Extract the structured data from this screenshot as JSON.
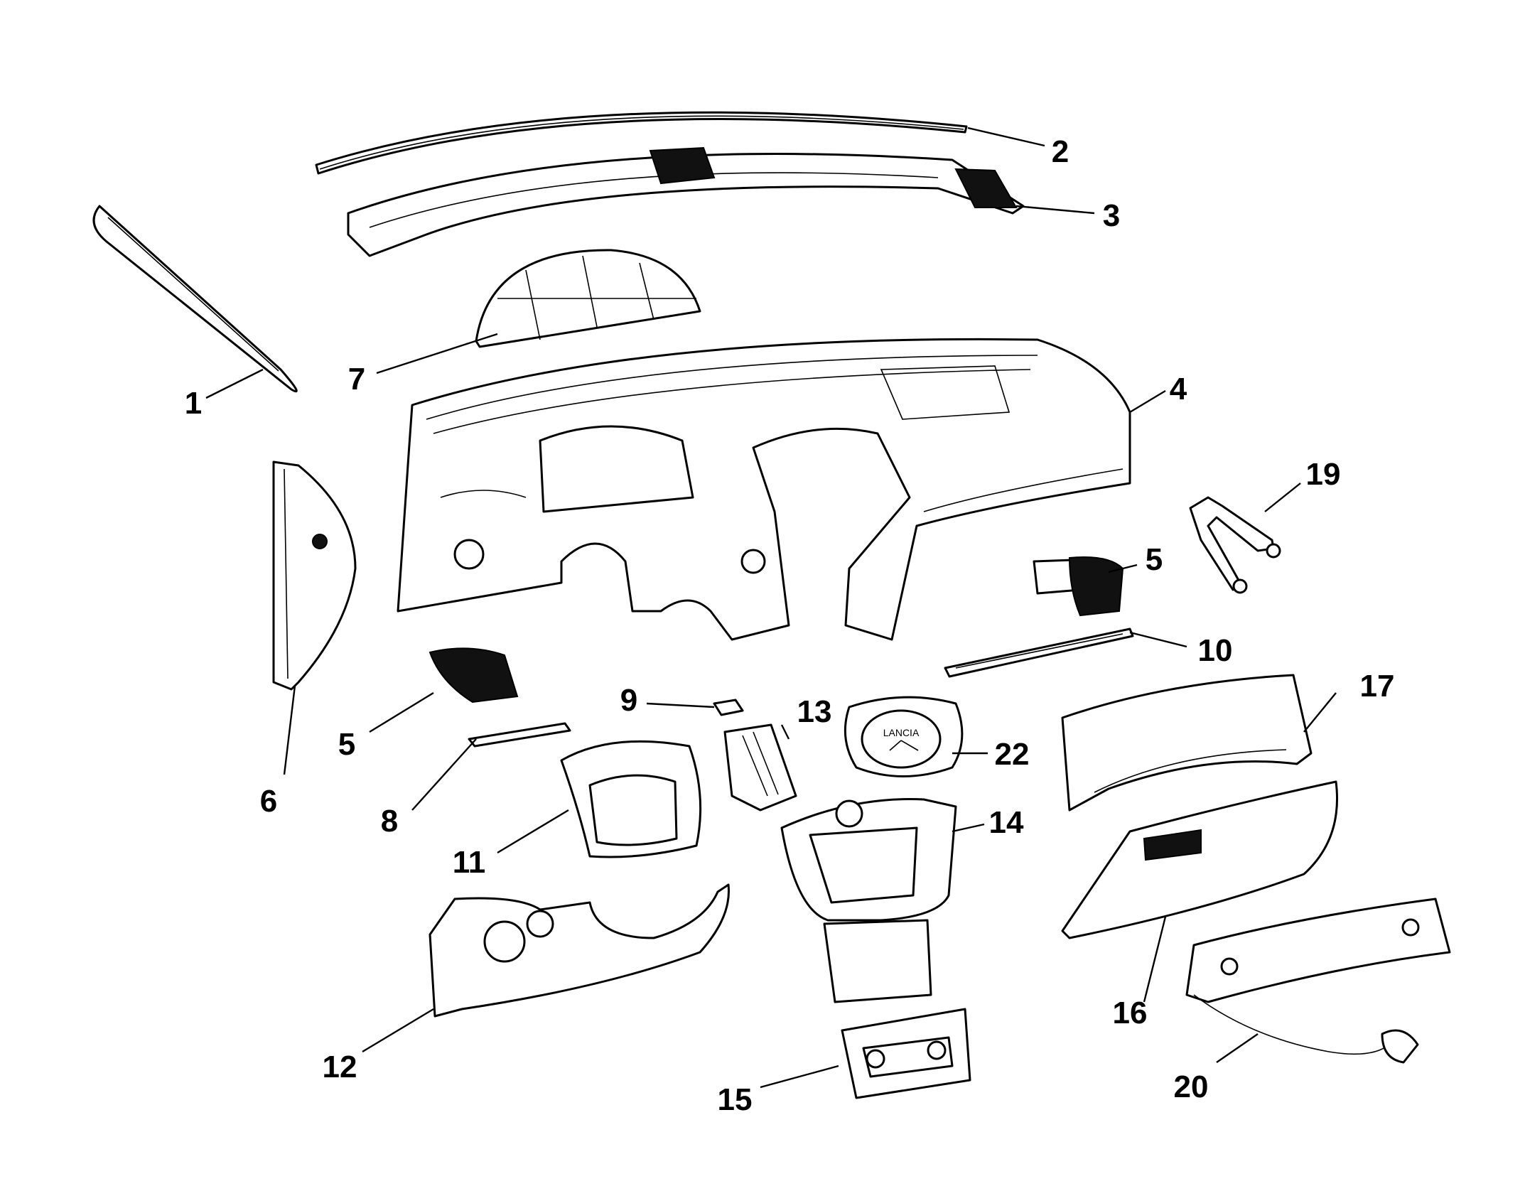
{
  "diagram": {
    "callouts": {
      "c1": "1",
      "c2": "2",
      "c3": "3",
      "c4": "4",
      "c5a": "5",
      "c5b": "5",
      "c6": "6",
      "c7": "7",
      "c8": "8",
      "c9": "9",
      "c10": "10",
      "c11": "11",
      "c12": "12",
      "c13": "13",
      "c14": "14",
      "c15": "15",
      "c16": "16",
      "c17": "17",
      "c19": "19",
      "c20": "20",
      "c22": "22"
    },
    "clock_brand": "LANCIA",
    "colors": {
      "line": "#000000",
      "background": "#ffffff"
    }
  }
}
